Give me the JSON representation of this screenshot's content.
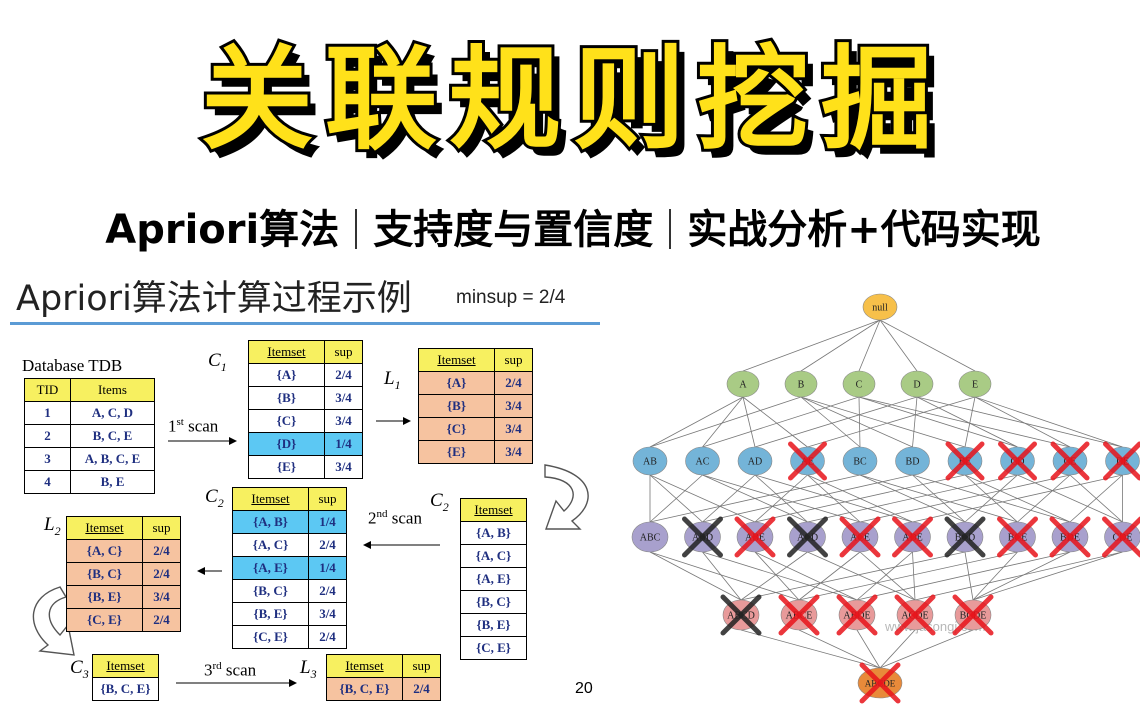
{
  "main_title": "关联规则挖掘",
  "subtitle": {
    "p1": "Apriori算法",
    "p2": "支持度与置信度",
    "p3": "实战分析+代码实现"
  },
  "slide": {
    "title": "Apriori算法计算过程示例",
    "minsup": "minsup = 2/4",
    "page_number": "20",
    "tdb_caption": "Database TDB",
    "tdb_headers": [
      "TID",
      "Items"
    ],
    "tdb_rows": [
      [
        "1",
        "A, C, D"
      ],
      [
        "2",
        "B, C, E"
      ],
      [
        "3",
        "A, B, C, E"
      ],
      [
        "4",
        "B, E"
      ]
    ],
    "labels": {
      "c1": "C",
      "c1_sub": "1",
      "l1": "L",
      "l1_sub": "1",
      "c2a": "C",
      "c2a_sub": "2",
      "c2b": "C",
      "c2b_sub": "2",
      "l2": "L",
      "l2_sub": "2",
      "c3": "C",
      "c3_sub": "3",
      "l3": "L",
      "l3_sub": "3"
    },
    "scans": {
      "s1_num": "1",
      "s1_sup": "st",
      "s1_word": " scan",
      "s2_num": "2",
      "s2_sup": "nd",
      "s2_word": " scan",
      "s3_num": "3",
      "s3_sup": "rd",
      "s3_word": " scan"
    },
    "itemset_header": "Itemset",
    "sup_header": "sup",
    "c1": [
      [
        "{A}",
        "2/4"
      ],
      [
        "{B}",
        "3/4"
      ],
      [
        "{C}",
        "3/4"
      ],
      [
        "{D}",
        "1/4"
      ],
      [
        "{E}",
        "3/4"
      ]
    ],
    "l1": [
      [
        "{A}",
        "2/4"
      ],
      [
        "{B}",
        "3/4"
      ],
      [
        "{C}",
        "3/4"
      ],
      [
        "{E}",
        "3/4"
      ]
    ],
    "c2_list": [
      "{A, B}",
      "{A, C}",
      "{A, E}",
      "{B, C}",
      "{B, E}",
      "{C, E}"
    ],
    "c2_sup": [
      [
        "{A, B}",
        "1/4"
      ],
      [
        "{A, C}",
        "2/4"
      ],
      [
        "{A, E}",
        "1/4"
      ],
      [
        "{B, C}",
        "2/4"
      ],
      [
        "{B, E}",
        "3/4"
      ],
      [
        "{C, E}",
        "2/4"
      ]
    ],
    "l2": [
      [
        "{A, C}",
        "2/4"
      ],
      [
        "{B, C}",
        "2/4"
      ],
      [
        "{B, E}",
        "3/4"
      ],
      [
        "{C, E}",
        "2/4"
      ]
    ],
    "c3": [
      "{B, C, E}"
    ],
    "l3": [
      [
        "{B, C, E}",
        "2/4"
      ]
    ]
  },
  "lattice": {
    "watermark": "www.jasongj.com",
    "colors": {
      "null": "#F7C04A",
      "green": "#A9CB85",
      "blue": "#74B4D8",
      "purple": "#A8A0CD",
      "pink": "#E89A9A",
      "orange": "#E88A3A",
      "cross_red": "#E8141B",
      "cross_black": "#222222"
    },
    "levels": [
      [
        {
          "label": "null",
          "color": "null",
          "cross": ""
        }
      ],
      [
        {
          "label": "A",
          "color": "green",
          "cross": ""
        },
        {
          "label": "B",
          "color": "green",
          "cross": ""
        },
        {
          "label": "C",
          "color": "green",
          "cross": ""
        },
        {
          "label": "D",
          "color": "green",
          "cross": ""
        },
        {
          "label": "E",
          "color": "green",
          "cross": ""
        }
      ],
      [
        {
          "label": "AB",
          "color": "blue",
          "cross": ""
        },
        {
          "label": "AC",
          "color": "blue",
          "cross": ""
        },
        {
          "label": "AD",
          "color": "blue",
          "cross": ""
        },
        {
          "label": "AE",
          "color": "blue",
          "cross": "red"
        },
        {
          "label": "BC",
          "color": "blue",
          "cross": ""
        },
        {
          "label": "BD",
          "color": "blue",
          "cross": ""
        },
        {
          "label": "BE",
          "color": "blue",
          "cross": "red"
        },
        {
          "label": "CD",
          "color": "blue",
          "cross": "red"
        },
        {
          "label": "CE",
          "color": "blue",
          "cross": "red"
        },
        {
          "label": "DE",
          "color": "blue",
          "cross": "red"
        }
      ],
      [
        {
          "label": "ABC",
          "color": "purple",
          "cross": ""
        },
        {
          "label": "ABD",
          "color": "purple",
          "cross": "black"
        },
        {
          "label": "ABE",
          "color": "purple",
          "cross": "red"
        },
        {
          "label": "ACD",
          "color": "purple",
          "cross": "black"
        },
        {
          "label": "ACE",
          "color": "purple",
          "cross": "red"
        },
        {
          "label": "ADE",
          "color": "purple",
          "cross": "red"
        },
        {
          "label": "BCD",
          "color": "purple",
          "cross": "black"
        },
        {
          "label": "BCE",
          "color": "purple",
          "cross": "red"
        },
        {
          "label": "BDE",
          "color": "purple",
          "cross": "red"
        },
        {
          "label": "CDE",
          "color": "purple",
          "cross": "red"
        }
      ],
      [
        {
          "label": "ABCD",
          "color": "pink",
          "cross": "black"
        },
        {
          "label": "ABCE",
          "color": "pink",
          "cross": "red"
        },
        {
          "label": "ABDE",
          "color": "pink",
          "cross": "red"
        },
        {
          "label": "ACDE",
          "color": "pink",
          "cross": "red"
        },
        {
          "label": "BCDE",
          "color": "pink",
          "cross": "red"
        }
      ],
      [
        {
          "label": "ABCDE",
          "color": "orange",
          "cross": "red"
        }
      ]
    ]
  }
}
